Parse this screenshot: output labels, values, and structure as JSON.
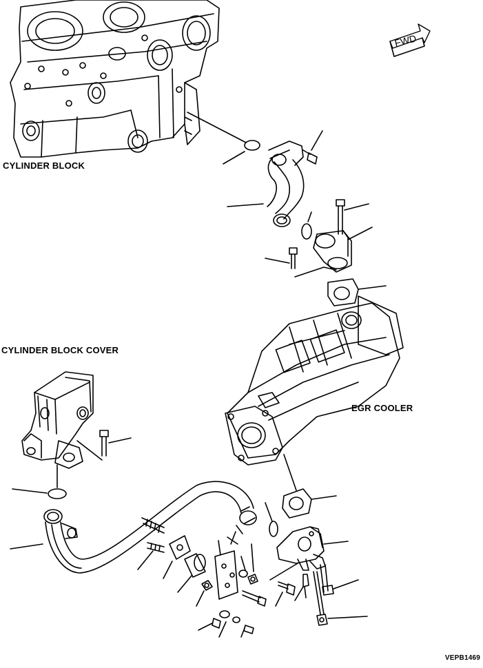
{
  "labels": {
    "cylinder_block": "CYLINDER BLOCK",
    "cylinder_block_cover": "CYLINDER BLOCK COVER",
    "egr_cooler": "EGR COOLER",
    "fwd": "FWD",
    "drawing_code": "VEPB1469"
  },
  "colors": {
    "line": "#000000",
    "background": "#ffffff"
  },
  "icons": {
    "direction": "fwd-arrow-icon"
  }
}
